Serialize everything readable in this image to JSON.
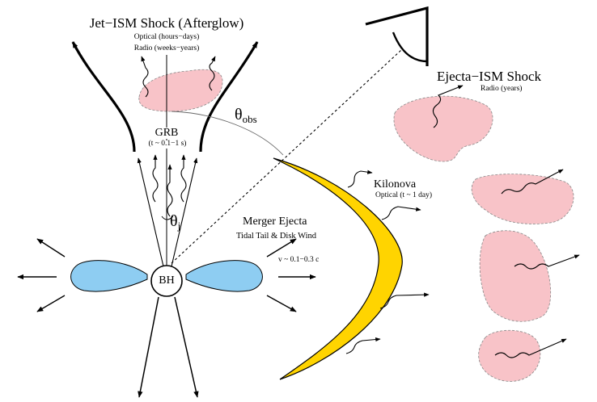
{
  "colors": {
    "ejecta_crescent": "#ffd400",
    "shock_blob": "#f8c3c8",
    "disk_wind": "#8ecdf2",
    "lines": "#000000"
  },
  "labels": {
    "afterglow_title": "Jet−ISM Shock (Afterglow)",
    "afterglow_optical": "Optical (hours−days)",
    "afterglow_radio": "Radio (weeks−years)",
    "grb": "GRB",
    "grb_time": "(t ~ 0.1−1 s)",
    "theta_obs_symbol": "θ",
    "theta_obs_sub": "obs",
    "theta_j_symbol": "θ",
    "theta_j_sub": "j",
    "merger_ejecta": "Merger Ejecta",
    "tidal_tail": "Tidal Tail & Disk Wind",
    "velocity": "v ~ 0.1−0.3 c",
    "bh": "BH",
    "kilonova": "Kilonova",
    "kilonova_optical": "Optical (t ~ 1 day)",
    "ejecta_shock_title": "Ejecta−ISM Shock",
    "ejecta_shock_radio": "Radio (years)"
  },
  "icons": [
    "observer-eye-icon",
    "black-hole-icon"
  ]
}
